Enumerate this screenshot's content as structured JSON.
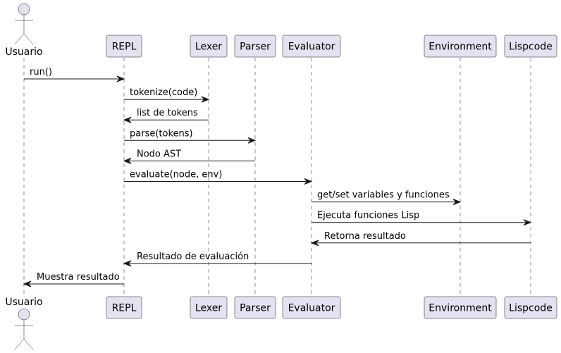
{
  "diagram": {
    "type": "sequence",
    "participants": [
      {
        "id": "usuario",
        "label": "Usuario",
        "kind": "actor"
      },
      {
        "id": "repl",
        "label": "REPL",
        "kind": "participant"
      },
      {
        "id": "lexer",
        "label": "Lexer",
        "kind": "participant"
      },
      {
        "id": "parser",
        "label": "Parser",
        "kind": "participant"
      },
      {
        "id": "evaluator",
        "label": "Evaluator",
        "kind": "participant"
      },
      {
        "id": "environment",
        "label": "Environment",
        "kind": "participant"
      },
      {
        "id": "lispcode",
        "label": "Lispcode",
        "kind": "participant"
      }
    ],
    "messages": [
      {
        "from": "usuario",
        "to": "repl",
        "label": "run()",
        "style": "solid"
      },
      {
        "from": "repl",
        "to": "lexer",
        "label": "tokenize(code)",
        "style": "solid"
      },
      {
        "from": "lexer",
        "to": "repl",
        "label": "list de tokens",
        "style": "solid"
      },
      {
        "from": "repl",
        "to": "parser",
        "label": "parse(tokens)",
        "style": "solid"
      },
      {
        "from": "parser",
        "to": "repl",
        "label": "Nodo AST",
        "style": "solid"
      },
      {
        "from": "repl",
        "to": "evaluator",
        "label": "evaluate(node, env)",
        "style": "solid"
      },
      {
        "from": "evaluator",
        "to": "environment",
        "label": "get/set variables y funciones",
        "style": "solid"
      },
      {
        "from": "evaluator",
        "to": "lispcode",
        "label": "Ejecuta funciones Lisp",
        "style": "solid"
      },
      {
        "from": "lispcode",
        "to": "evaluator",
        "label": "Retorna resultado",
        "style": "solid"
      },
      {
        "from": "evaluator",
        "to": "repl",
        "label": "Resultado de evaluación",
        "style": "solid"
      },
      {
        "from": "repl",
        "to": "usuario",
        "label": "Muestra resultado",
        "style": "solid"
      }
    ],
    "colors": {
      "participant_fill": "#E2E2F0",
      "line": "#181818",
      "text": "#000000"
    }
  }
}
